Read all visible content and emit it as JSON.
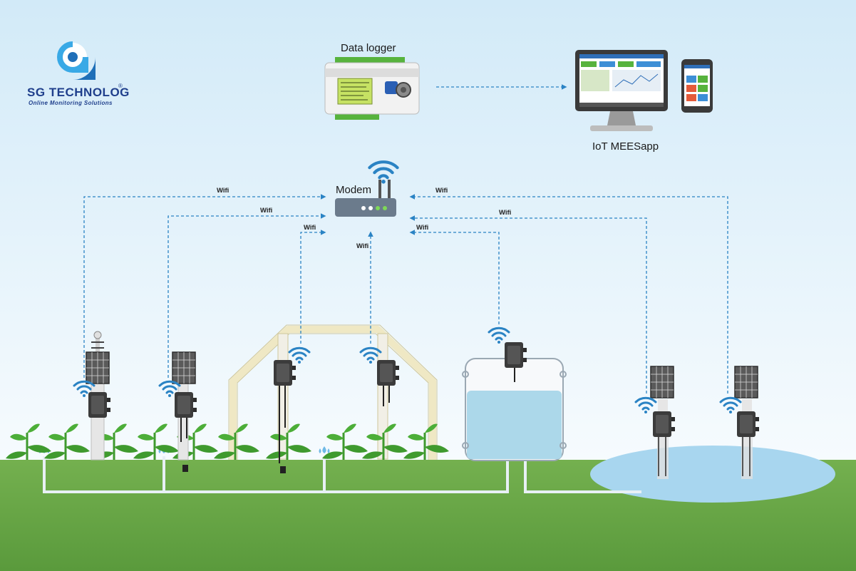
{
  "brand": {
    "name": "SG TECHNOLOG",
    "registered": "®",
    "tagline": "Online Monitoring Solutions",
    "color": "#1f3f8c"
  },
  "labels": {
    "data_logger": "Data logger",
    "iot_app": "IoT MEESapp",
    "modem": "Modem"
  },
  "wifi_links": [
    {
      "label": "Wifi",
      "from": "weather-station-node"
    },
    {
      "label": "Wifi",
      "from": "solar-soil-node"
    },
    {
      "label": "Wifi",
      "from": "greenhouse-node-left"
    },
    {
      "label": "Wifi",
      "from": "greenhouse-node-right"
    },
    {
      "label": "Wifi",
      "from": "water-tank-node"
    },
    {
      "label": "Wifi",
      "from": "pond-node-left"
    },
    {
      "label": "Wifi",
      "from": "pond-node-right"
    }
  ],
  "colors": {
    "sky": "#d9eef9",
    "ground": "#6aa84a",
    "link": "#2a83c4",
    "water": "#a8d6ef",
    "plant": "#3f9a2e",
    "device": "#3b3b3b"
  }
}
